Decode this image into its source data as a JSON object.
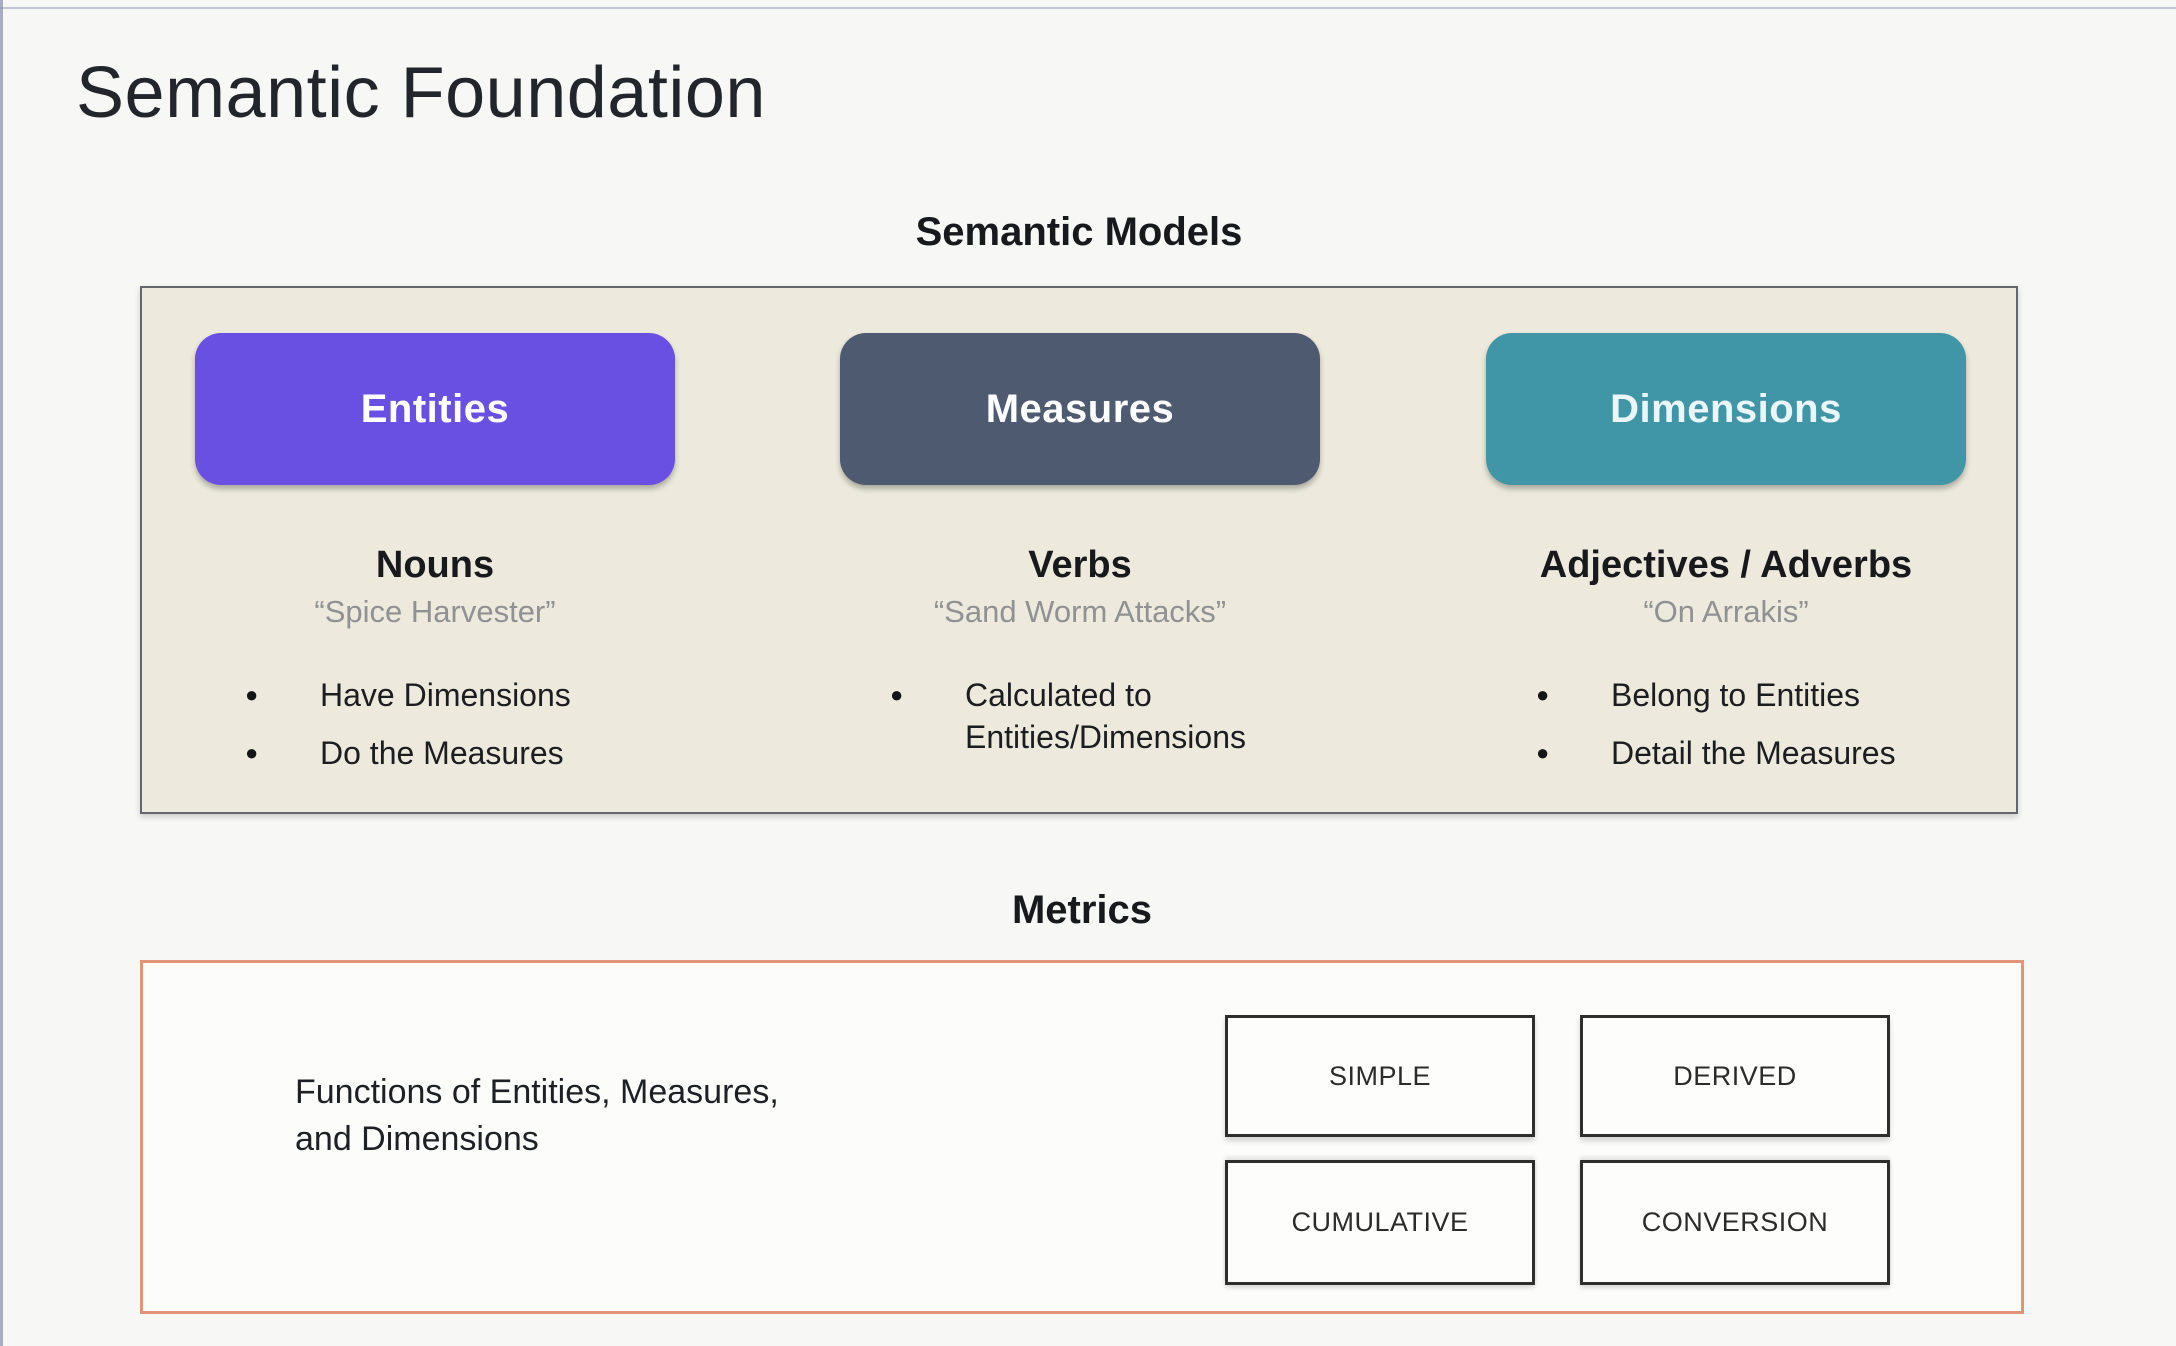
{
  "slide": {
    "title": "Semantic Foundation"
  },
  "semantic_models": {
    "heading": "Semantic Models",
    "panel_bg": "#edeadd",
    "columns": [
      {
        "pill_label": "Entities",
        "pill_color": "#6950e2",
        "role": "Nouns",
        "example": "“Spice Harvester”",
        "bullets": [
          "Have Dimensions",
          "Do the Measures"
        ]
      },
      {
        "pill_label": "Measures",
        "pill_color": "#4e5a70",
        "role": "Verbs",
        "example": "“Sand Worm Attacks”",
        "bullets": [
          "Calculated to Entities/Dimensions"
        ]
      },
      {
        "pill_label": "Dimensions",
        "pill_color": "#4095a6",
        "role": "Adjectives / Adverbs",
        "example": "“On Arrakis”",
        "bullets": [
          "Belong to Entities",
          "Detail the Measures"
        ]
      }
    ]
  },
  "metrics": {
    "heading": "Metrics",
    "border_color": "#e29478",
    "description_lines": [
      "Functions of Entities, Measures,",
      "and Dimensions"
    ],
    "types": [
      "SIMPLE",
      "DERIVED",
      "CUMULATIVE",
      "CONVERSION"
    ],
    "bullet_glyph": "●"
  }
}
